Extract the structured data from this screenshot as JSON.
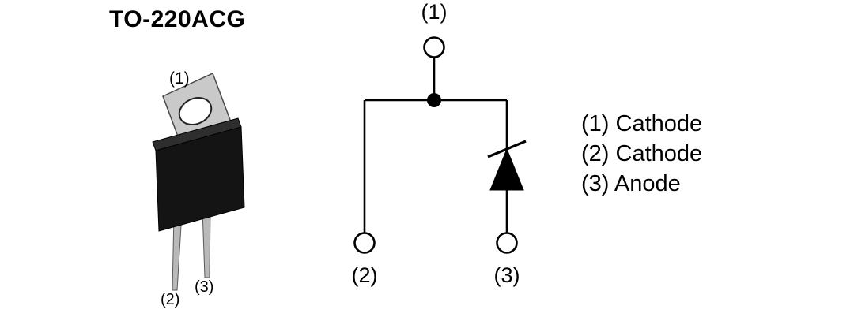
{
  "title": "TO-220ACG",
  "package": {
    "pin_labels": {
      "p1": "(1)",
      "p2": "(2)",
      "p3": "(3)"
    }
  },
  "schematic": {
    "pin_labels": {
      "p1": "(1)",
      "p2": "(2)",
      "p3": "(3)"
    }
  },
  "legend": {
    "items": [
      {
        "label": "(1) Cathode"
      },
      {
        "label": "(2) Cathode"
      },
      {
        "label": "(3) Anode"
      }
    ]
  },
  "colors": {
    "background": "#ffffff",
    "line": "#000000",
    "text": "#000000",
    "package_tab": "#c9c9c9",
    "package_body": "#141414",
    "package_lead": "#b9b9b9"
  }
}
